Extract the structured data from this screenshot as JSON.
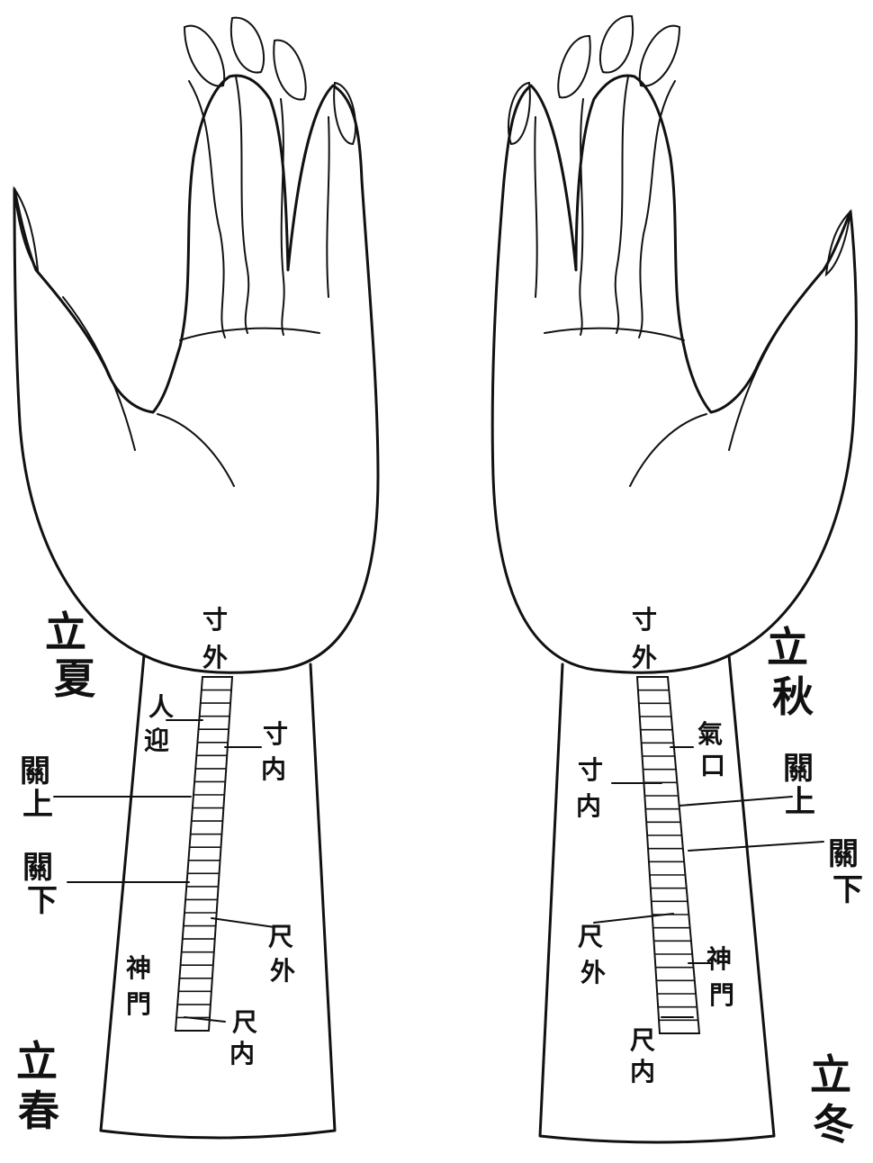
{
  "left_hand": {
    "season_top": [
      "立",
      "夏"
    ],
    "season_bottom": [
      "立",
      "春"
    ],
    "cun_wai": [
      "寸",
      "外"
    ],
    "ren_ying": [
      "人",
      "迎"
    ],
    "cun_nei": [
      "寸",
      "内"
    ],
    "guan_shang": [
      "關",
      "上"
    ],
    "guan_xia": [
      "關",
      "下"
    ],
    "chi_wai": [
      "尺",
      "外"
    ],
    "shen_men": [
      "神",
      "門"
    ],
    "chi_nei": [
      "尺",
      "内"
    ]
  },
  "right_hand": {
    "season_top": [
      "立",
      "秋"
    ],
    "season_bottom": [
      "立",
      "冬"
    ],
    "cun_wai": [
      "寸",
      "外"
    ],
    "qi_kou": [
      "氣",
      "口"
    ],
    "cun_nei": [
      "寸",
      "内"
    ],
    "guan_shang": [
      "關",
      "上"
    ],
    "guan_xia": [
      "關",
      "下"
    ],
    "chi_wai": [
      "尺",
      "外"
    ],
    "shen_men": [
      "神",
      "門"
    ],
    "chi_nei": [
      "尺",
      "内"
    ]
  }
}
